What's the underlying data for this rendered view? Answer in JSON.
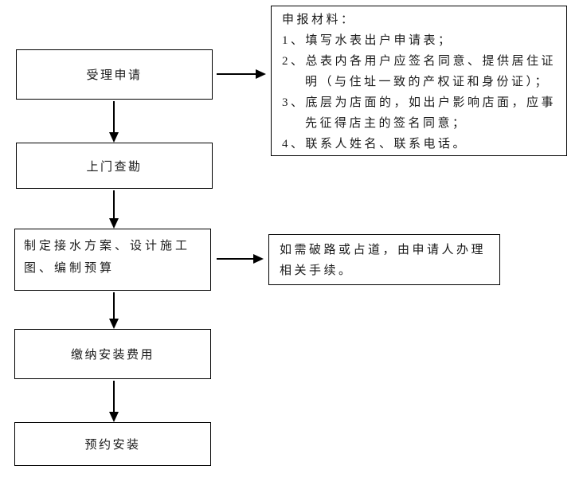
{
  "flowchart": {
    "steps": [
      {
        "label": "受理申请"
      },
      {
        "label": "上门查勘"
      },
      {
        "label": "制定接水方案、设计施工图、编制预算"
      },
      {
        "label": "缴纳安装费用"
      },
      {
        "label": "预约安装"
      }
    ],
    "materials_note": {
      "title": "申报材料：",
      "items": [
        "1、填写水表出户申请表；",
        "2、总表内各用户应签名同意、提供居住证明（与住址一致的产权证和身份证）；",
        "3、底层为店面的，如出户影响店面，应事先征得店主的签名同意；",
        "4、联系人姓名、联系电话。"
      ]
    },
    "road_note": "如需破路或占道，由申请人办理相关手续。",
    "colors": {
      "line": "#000000",
      "background": "#ffffff",
      "text": "#1a1a1a"
    }
  }
}
